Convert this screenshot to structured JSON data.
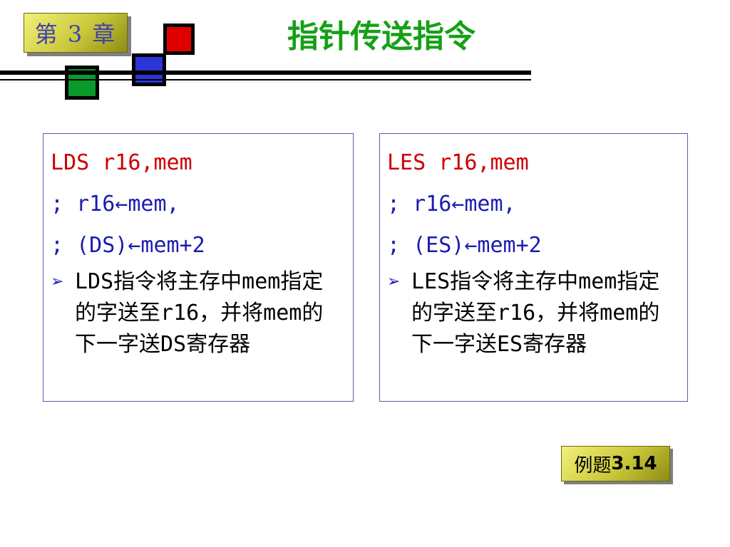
{
  "header": {
    "chapter_label": "第 3 章",
    "title": "指针传送指令",
    "colors": {
      "title": "#16a016",
      "red_square": "#e00000",
      "blue_square": "#2b35d6",
      "green_square": "#0a9a2a"
    }
  },
  "panels": [
    {
      "instruction": "LDS r16,mem",
      "comment1": "; r16←mem,",
      "comment2": "; (DS)←mem+2",
      "bullet": "LDS指令将主存中mem指定的字送至r16，并将mem的下一字送DS寄存器"
    },
    {
      "instruction": "LES r16,mem",
      "comment1": "; r16←mem,",
      "comment2": "; (ES)←mem+2",
      "bullet": "LES指令将主存中mem指定的字送至r16，并将mem的下一字送ES寄存器"
    }
  ],
  "footer": {
    "example_prefix": "例题",
    "example_number": "3.14"
  }
}
